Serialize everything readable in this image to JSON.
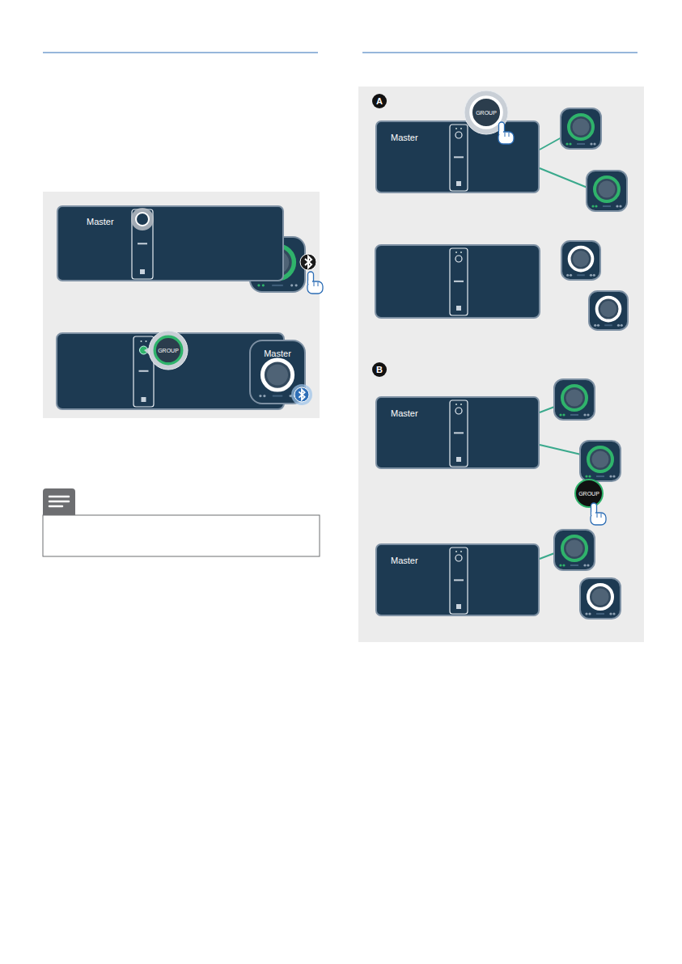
{
  "diagram": {
    "nodes": [
      {
        "text": [
          "Master"
        ]
      },
      {
        "text": [
          "Master"
        ]
      },
      {
        "text": [
          "Master"
        ]
      },
      {
        "text": [
          "Master"
        ]
      },
      {
        "text": [
          "Master"
        ]
      }
    ],
    "labels": [
      "GROUP",
      "A",
      "GROUP",
      "B",
      "GROUP"
    ]
  }
}
